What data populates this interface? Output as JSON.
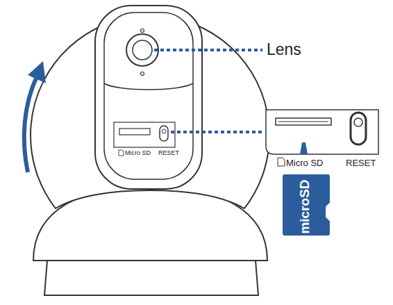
{
  "diagram": {
    "labels": [
      "Lens",
      "Micro SD",
      "RESET",
      "Micro SD",
      "RESET",
      "microSD"
    ]
  }
}
